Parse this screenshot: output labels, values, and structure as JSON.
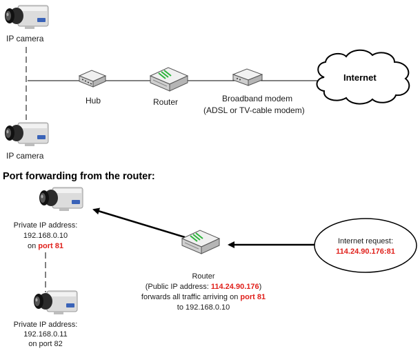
{
  "network": {
    "camera_top_label": "IP camera",
    "camera_bottom_label": "IP camera",
    "hub_label": "Hub",
    "router_label": "Router",
    "modem_label_line1": "Broadband modem",
    "modem_label_line2": "(ADSL or TV-cable modem)",
    "internet_label": "Internet"
  },
  "port_forwarding": {
    "section_title": "Port forwarding from the router:",
    "camera1": {
      "line1": "Private IP address:",
      "line2": "192.168.0.10",
      "line3_prefix": "on ",
      "line3_port": "port 81"
    },
    "camera2": {
      "line1": "Private IP address:",
      "line2": "192.168.0.11",
      "line3": "on port 82"
    },
    "router": {
      "line1": "Router",
      "line2_prefix": "(Public IP address: ",
      "line2_ip": "114.24.90.176",
      "line2_suffix": ")",
      "line3_prefix": "forwards all traffic arriving on ",
      "line3_port": "port 81",
      "line4": "to 192.168.0.10"
    },
    "request": {
      "line1": "Internet request:",
      "line2": "114.24.90.176:81"
    }
  },
  "colors": {
    "highlight": "#e0201b",
    "camera_body": "#d9d9d9",
    "router_body": "#e6e6e6"
  }
}
